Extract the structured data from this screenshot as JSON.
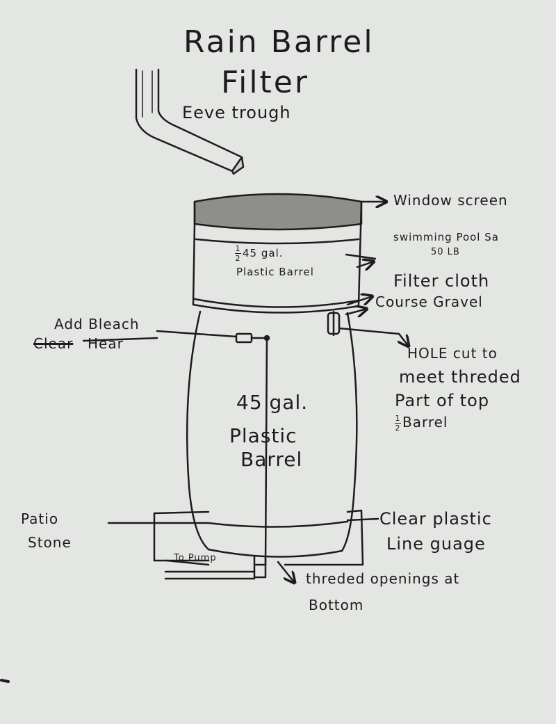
{
  "title": {
    "line1": "Rain Barrel",
    "line2": "Filter"
  },
  "labels": {
    "eave_trough": "Eeve trough",
    "window_screen": "Window screen",
    "swimming_pool_sand": "swimming Pool Sa",
    "sand_weight": "50 LB",
    "half_barrel_fraction_num": "1",
    "half_barrel_fraction_den": "2",
    "half_barrel_size": "45 gal.",
    "half_barrel_type": "Plastic Barrel",
    "filter_cloth": "Filter cloth",
    "coarse_gravel": "Course Gravel",
    "add_bleach": "Add Bleach",
    "bleach_crossed": "Clear",
    "bleach_here": "Hear",
    "hole_line1": "HOLE cut to",
    "hole_line2": "meet threded",
    "hole_line3": "Part of top",
    "hole_fraction_num": "1",
    "hole_fraction_den": "2",
    "hole_line4": "Barrel",
    "barrel_size": "45 gal.",
    "barrel_type_line1": "Plastic",
    "barrel_type_line2": "Barrel",
    "patio_line1": "Patio",
    "patio_line2": "Stone",
    "clear_plastic": "Clear plastic",
    "line_gauge": "Line guage",
    "to_pump": "To Pump",
    "threaded_line1": "threded openings at",
    "threaded_line2": "Bottom"
  },
  "colors": {
    "ink": "#1c1c1c",
    "paper": "#e4e6e3",
    "screen_fill": "#8e8e8a"
  }
}
